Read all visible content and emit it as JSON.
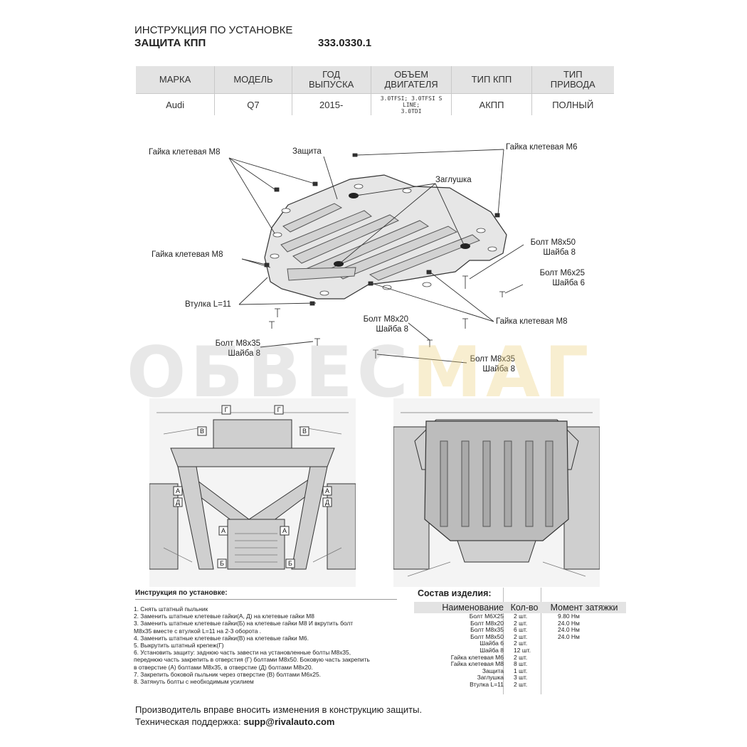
{
  "header": {
    "title": "ИНСТРУКЦИЯ ПО УСТАНОВКЕ",
    "product": "ЗАЩИТА КПП",
    "part_number": "333.0330.1"
  },
  "spec_table": {
    "headers": [
      "МАРКА",
      "МОДЕЛЬ",
      "ГОД\nВЫПУСКА",
      "ОБЪЕМ\nДВИГАТЕЛЯ",
      "ТИП КПП",
      "ТИП\nПРИВОДА"
    ],
    "row": [
      "Audi",
      "Q7",
      "2015-",
      "3.0TFSI; 3.0TFSI S LINE;\n3.0TDI",
      "АКПП",
      "ПОЛНЫЙ"
    ]
  },
  "callouts": {
    "nut_m8_top": "Гайка клетевая М8",
    "guard": "Защита",
    "nut_m6": "Гайка клетевая М6",
    "plug": "Заглушка",
    "bolt_m8x50": "Болт М8х50",
    "washer_8_a": "Шайба 8",
    "nut_m8_left": "Гайка клетевая М8",
    "bolt_m6x25": "Болт М6х25",
    "washer_6": "Шайба 6",
    "sleeve": "Втулка L=11",
    "bolt_m8x20": "Болт М8х20",
    "washer_8_b": "Шайба 8",
    "nut_m8_right": "Гайка клетевая М8",
    "bolt_m8x35_left": "Болт М8х35",
    "washer_8_c": "Шайба 8",
    "bolt_m8x35_right": "Болт М8х35",
    "washer_8_d": "Шайба 8"
  },
  "watermark": {
    "part1": "ОБВЕС",
    "part2": "МАГ"
  },
  "markers": {
    "g": "Г",
    "v": "В",
    "a": "А",
    "d": "Д",
    "b": "Б"
  },
  "instructions": {
    "title": "Инструкция по установке:",
    "steps": [
      "1. Снять штатный пыльник",
      "2. Заменить штатные клетевые гайки(А, Д) на клетевые гайки М8",
      "3. Заменить штатные клетевые гайки(Б) на клетевые гайки М8 И вкрутить болт\nМ8х35 вместе с втулкой L=11 на 2-3 оборота .",
      "4. Заменить штатные клетевые гайки(В) на клетевые гайки М6.",
      "5. Выкрутить штатный крепеж(Г)",
      "6. Установить защиту: заднюю часть завести на установленные болты М8х35,\nпереднюю часть закрепить в отверстия (Г) болтами М8х50. Боковую часть закрепить\nв отверстие (А) болтами М8х35, в отверстие (Д) болтами М8х20.",
      "7. Закрепить боковой пыльник через отверстие (В) болтами М6х25.",
      "8. Затянуть болты с необходимым усилием"
    ]
  },
  "composition": {
    "title": "Состав изделия:",
    "headers": [
      "Наименование",
      "Кол-во",
      "Момент затяжки"
    ],
    "rows": [
      [
        "Болт М6Х25",
        "2 шт.",
        "9.80 Нм"
      ],
      [
        "Болт М8х20",
        "2 шт.",
        "24.0 Нм"
      ],
      [
        "Болт М8х35",
        "6 шт.",
        "24.0 Нм"
      ],
      [
        "Болт М8х50",
        "2 шт.",
        "24.0 Нм"
      ],
      [
        "Шайба 6",
        "2 шт.",
        ""
      ],
      [
        "Шайба 8",
        "12 шт.",
        ""
      ],
      [
        "Гайка клетевая М6",
        "2 шт.",
        ""
      ],
      [
        "Гайка клетевая М8",
        "8 шт.",
        ""
      ],
      [
        "Защита",
        "1 шт.",
        ""
      ],
      [
        "Заглушка",
        "3 шт.",
        ""
      ],
      [
        "Втулка L=11",
        "2 шт.",
        ""
      ]
    ]
  },
  "footer": {
    "notice": "Производитель вправе вносить изменения в конструкцию защиты.",
    "support_label": "Техническая поддержка:",
    "support_email": "supp@rivalauto.com"
  },
  "colors": {
    "table_header_bg": "#e3e3e3",
    "drawing_line": "#333333",
    "part_fill": "#dcdcdc"
  }
}
